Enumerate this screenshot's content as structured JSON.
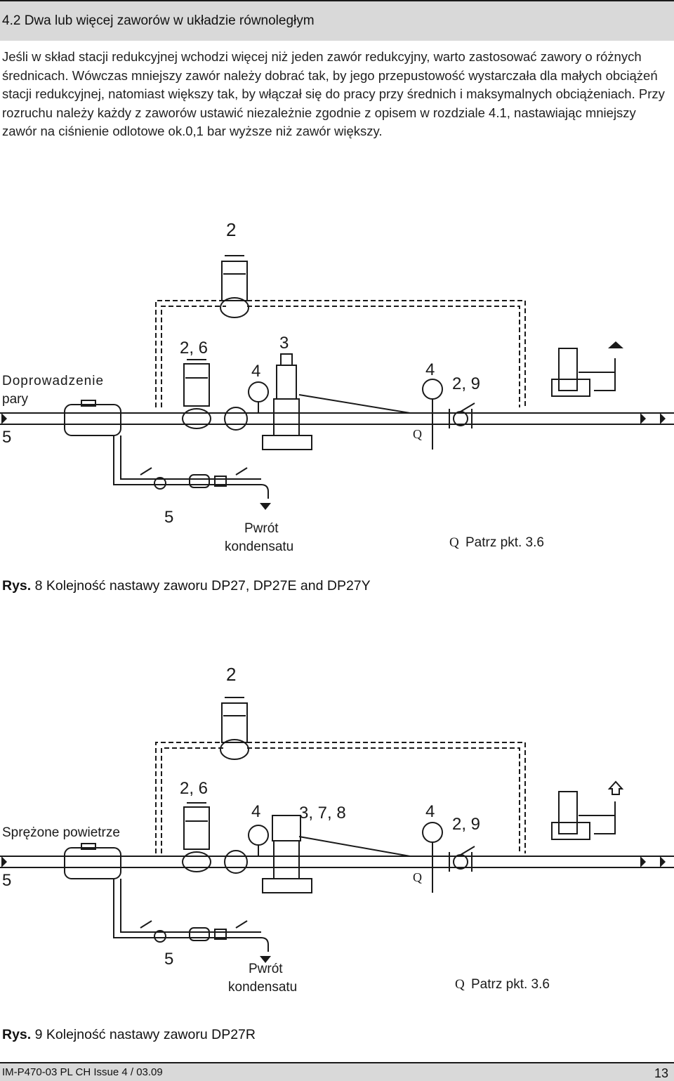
{
  "section": {
    "heading": "4.2 Dwa lub więcej zaworów w układzie równoległym"
  },
  "body_text": "Jeśli w skład stacji redukcyjnej wchodzi więcej niż jeden zawór redukcyjny, warto zastosować zawory o różnych średnicach.  Wówczas mniejszy zawór należy dobrać tak, by jego przepustowość wystarczała dla małych obciążeń stacji redukcyjnej, natomiast większy tak, by włączał się do pracy przy średnich i maksymalnych obciążeniach. Przy rozruchu należy każdy z zaworów ustawić niezależnie zgodnie z opisem w rozdziale 4.1, nastawiając mniejszy zawór na ciśnienie odlotowe ok.0,1 bar wyższe niż zawór większy.",
  "figure8": {
    "inlet_label_line1": "Doprowadzenie",
    "inlet_label_line2": "pary",
    "label_bypass": "2",
    "label_isolation": "2, 6",
    "label_valve": "3",
    "label_gauge_up": "4",
    "label_gauge_down": "4",
    "label_outlet": "2, 9",
    "label_inlet_num": "5",
    "label_trap": "5",
    "label_q": "Q",
    "condensate_line1": "Pwrót",
    "condensate_line2": "kondensatu",
    "note_q": "Q",
    "note_text": "Patrz pkt. 3.6",
    "caption_prefix": "Rys.",
    "caption_num": "8",
    "caption_text": "Kolejność nastawy zaworu DP27, DP27E and DP27Y"
  },
  "figure9": {
    "inlet_label": "Sprężone powietrze",
    "label_bypass": "2",
    "label_isolation": "2, 6",
    "label_valve": "3, 7, 8",
    "label_gauge_up": "4",
    "label_gauge_down": "4",
    "label_outlet": "2, 9",
    "label_inlet_num": "5",
    "label_trap": "5",
    "label_q": "Q",
    "condensate_line1": "Pwrót",
    "condensate_line2": "kondensatu",
    "note_q": "Q",
    "note_text": "Patrz pkt. 3.6",
    "caption_prefix": "Rys.",
    "caption_num": "9",
    "caption_text": "Kolejność nastawy zaworu DP27R"
  },
  "footer": {
    "doc_ref": "IM-P470-03 PL  CH Issue 4 / 03.09",
    "page_number": "13"
  }
}
